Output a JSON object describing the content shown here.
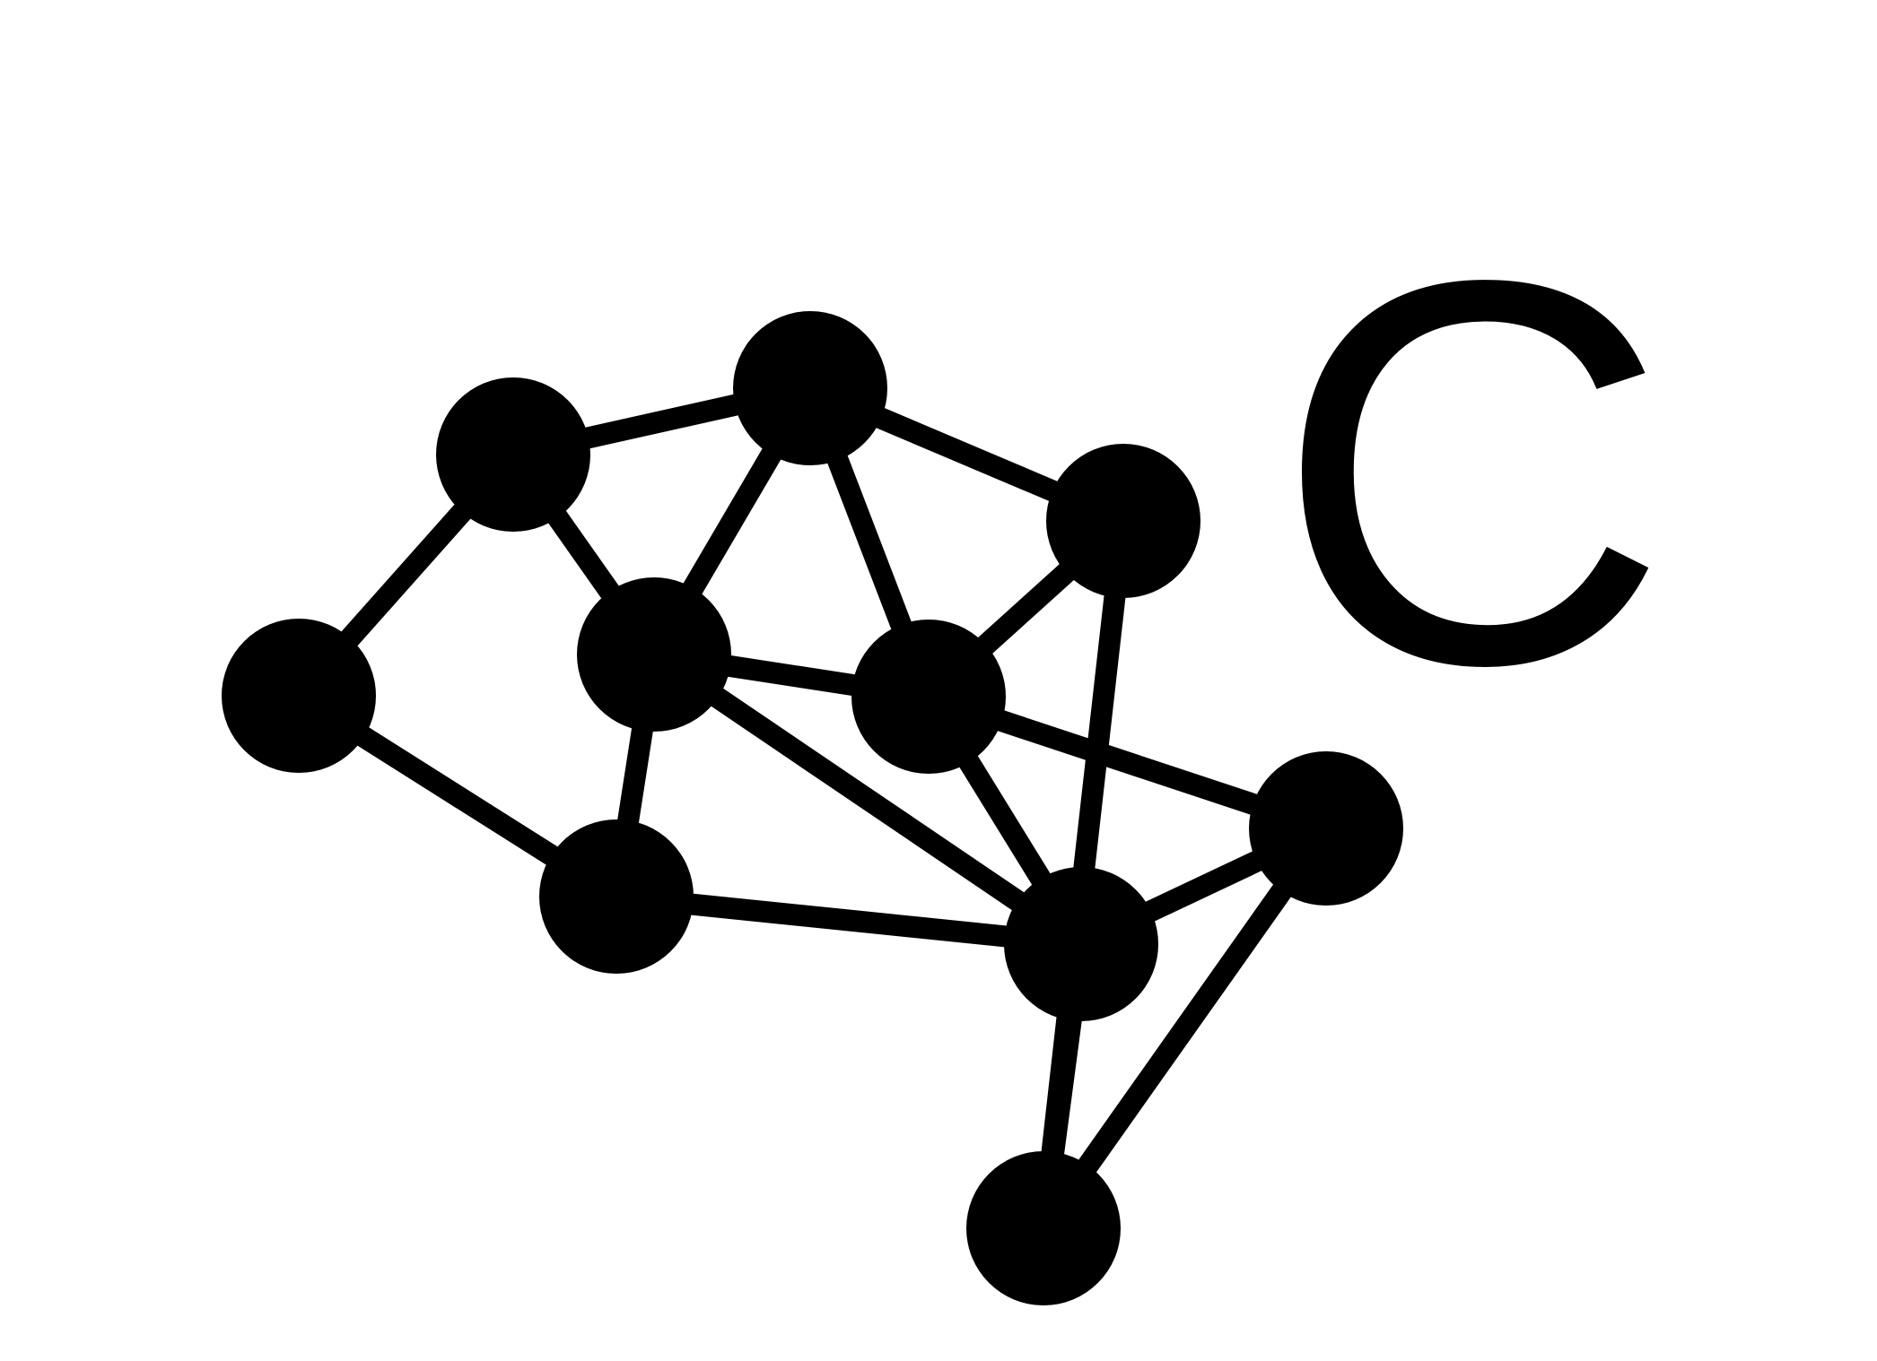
{
  "label": "C",
  "colors": {
    "foreground": "#000000",
    "background": "#ffffff"
  },
  "graph": {
    "nodes": [
      {
        "id": "n1"
      },
      {
        "id": "n2"
      },
      {
        "id": "n3"
      },
      {
        "id": "n4"
      },
      {
        "id": "n5"
      },
      {
        "id": "n6"
      },
      {
        "id": "n7"
      },
      {
        "id": "n8"
      },
      {
        "id": "n9"
      },
      {
        "id": "n10"
      },
      {
        "id": "n11"
      },
      {
        "id": "n12"
      }
    ],
    "edges": [
      [
        "n1",
        "n2"
      ],
      [
        "n2",
        "n3"
      ],
      [
        "n3",
        "n4"
      ],
      [
        "n1",
        "n5"
      ],
      [
        "n2",
        "n6"
      ],
      [
        "n3",
        "n6"
      ],
      [
        "n3",
        "n7"
      ],
      [
        "n4",
        "n7"
      ],
      [
        "n4",
        "n10"
      ],
      [
        "n5",
        "n6"
      ],
      [
        "n6",
        "n7"
      ],
      [
        "n5",
        "n8"
      ],
      [
        "n6",
        "n8"
      ],
      [
        "n7",
        "n8"
      ],
      [
        "n7",
        "n9"
      ],
      [
        "n8",
        "n9"
      ],
      [
        "n8",
        "n12"
      ],
      [
        "n9",
        "n10"
      ],
      [
        "n9",
        "n12"
      ],
      [
        "n10",
        "n12"
      ]
    ]
  }
}
